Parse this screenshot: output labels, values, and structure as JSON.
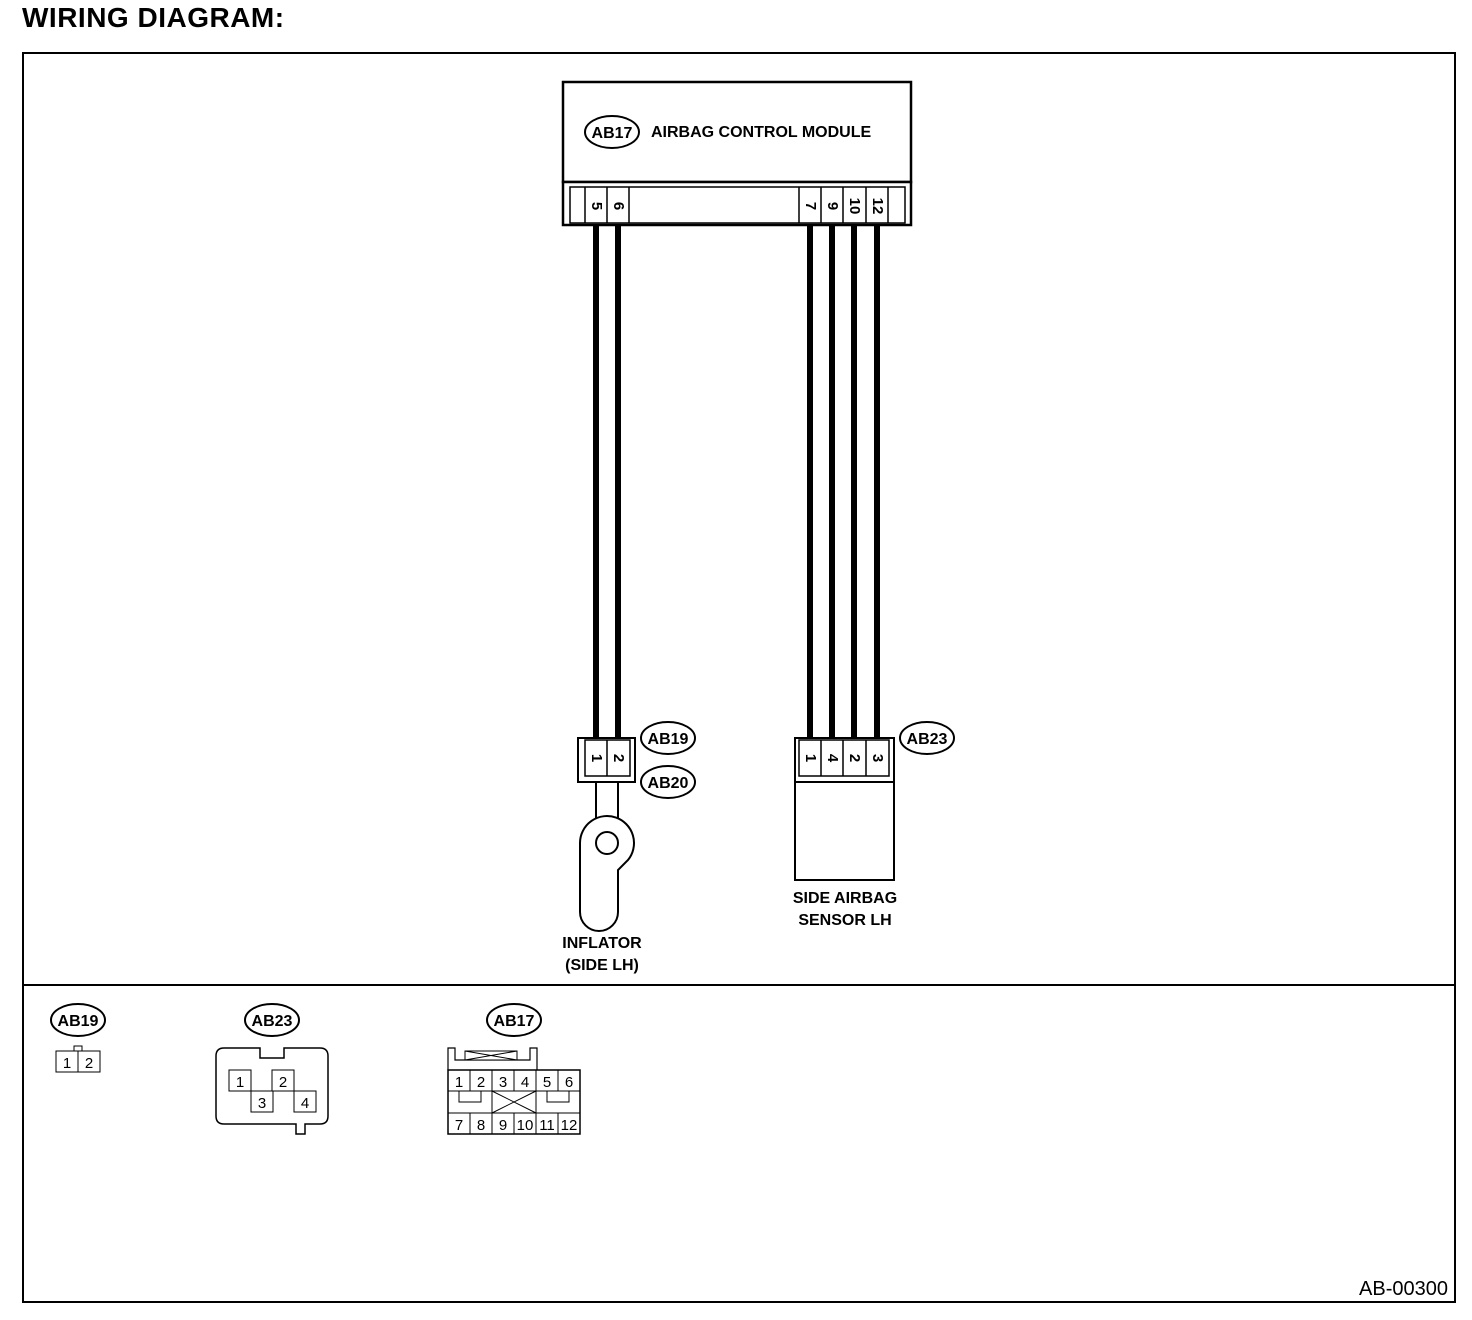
{
  "title": "WIRING DIAGRAM:",
  "module": {
    "connector": "AB17",
    "name": "AIRBAG CONTROL MODULE",
    "pins": [
      "5",
      "6",
      "7",
      "9",
      "10",
      "12"
    ]
  },
  "inflator": {
    "connectors": [
      "AB19",
      "AB20"
    ],
    "pins": [
      "1",
      "2"
    ],
    "label_line1": "INFLATOR",
    "label_line2": "(SIDE LH)"
  },
  "sensor": {
    "connector": "AB23",
    "pins": [
      "1",
      "4",
      "2",
      "3"
    ],
    "label_line1": "SIDE AIRBAG",
    "label_line2": "SENSOR LH"
  },
  "legend": {
    "ab19": {
      "tag": "AB19",
      "pins": [
        "1",
        "2"
      ]
    },
    "ab23": {
      "tag": "AB23",
      "pins": [
        "1",
        "2",
        "3",
        "4"
      ]
    },
    "ab17": {
      "tag": "AB17",
      "top_pins": [
        "1",
        "2",
        "3",
        "4",
        "5",
        "6"
      ],
      "bottom_pins": [
        "7",
        "8",
        "9",
        "10",
        "11",
        "12"
      ]
    }
  },
  "doc_id": "AB-00300"
}
